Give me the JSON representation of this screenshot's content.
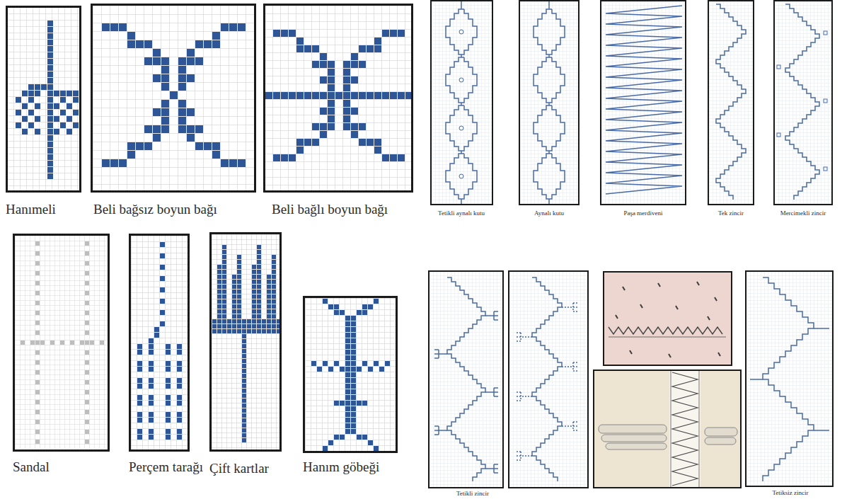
{
  "diagram": {
    "nodes": [
      {
        "text": [
          "Hanımeli"
        ]
      },
      {
        "text": [
          "Beli bağsız boyun bağı"
        ]
      },
      {
        "text": [
          "Beli bağlı boyun bağı"
        ]
      },
      {
        "text": [
          "Tetikli aynalı kutu"
        ]
      },
      {
        "text": [
          "Aynalı kutu"
        ]
      },
      {
        "text": [
          "Paşa merdiveni"
        ]
      },
      {
        "text": [
          "Tek zincir"
        ]
      },
      {
        "text": [
          "Mercimekli zincir"
        ]
      },
      {
        "text": [
          "Sandal"
        ]
      },
      {
        "text": [
          "Perçem tarağı"
        ]
      },
      {
        "text": [
          "Çift kartlar"
        ]
      },
      {
        "text": [
          "Hanım göbeği"
        ]
      },
      {
        "text": [
          "Tetikli zincir"
        ]
      },
      {
        "text": [
          "Tetiksiz zincir"
        ]
      }
    ]
  }
}
